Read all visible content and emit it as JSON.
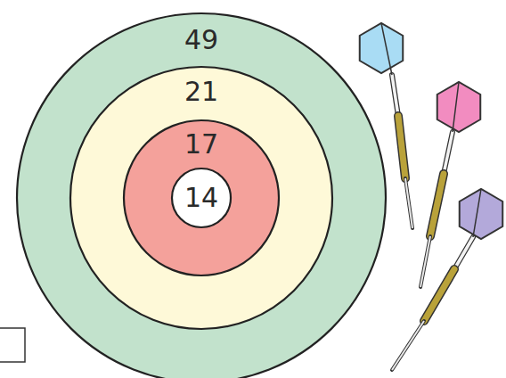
{
  "diagram": {
    "nodes": [
      {
        "text": [
          "49"
        ]
      },
      {
        "text": [
          "21"
        ],
        "in": 0
      },
      {
        "text": [
          "17"
        ],
        "in": 1
      },
      {
        "text": [
          "14"
        ],
        "in": 2
      }
    ]
  }
}
